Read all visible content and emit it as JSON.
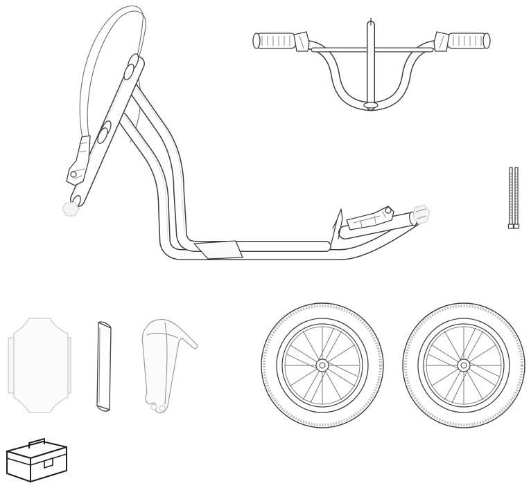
{
  "parts": [
    {
      "name": "frame-with-fork",
      "icon": "scooter-frame-icon"
    },
    {
      "name": "handlebar",
      "icon": "handlebar-icon"
    },
    {
      "name": "axle-bolts",
      "icon": "bolt-icon"
    },
    {
      "name": "deck-pad",
      "icon": "deck-pad-icon"
    },
    {
      "name": "seat-post-tube",
      "icon": "tube-icon"
    },
    {
      "name": "mudguard",
      "icon": "mudguard-icon"
    },
    {
      "name": "front-wheel",
      "icon": "wheel-icon"
    },
    {
      "name": "rear-wheel",
      "icon": "wheel-icon"
    },
    {
      "name": "tool-box",
      "icon": "toolbox-icon"
    }
  ]
}
